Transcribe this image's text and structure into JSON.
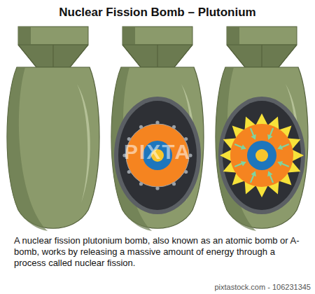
{
  "diagram": {
    "title": "Nuclear Fission Bomb – Plutonium",
    "caption": "A nuclear fission plutonium bomb, also known as an atomic bomb or A-bomb, works by releasing a massive amount of energy through a process called nuclear fission.",
    "labels": [
      "PIXTA",
      "pixtastock.com - 106231345"
    ]
  }
}
